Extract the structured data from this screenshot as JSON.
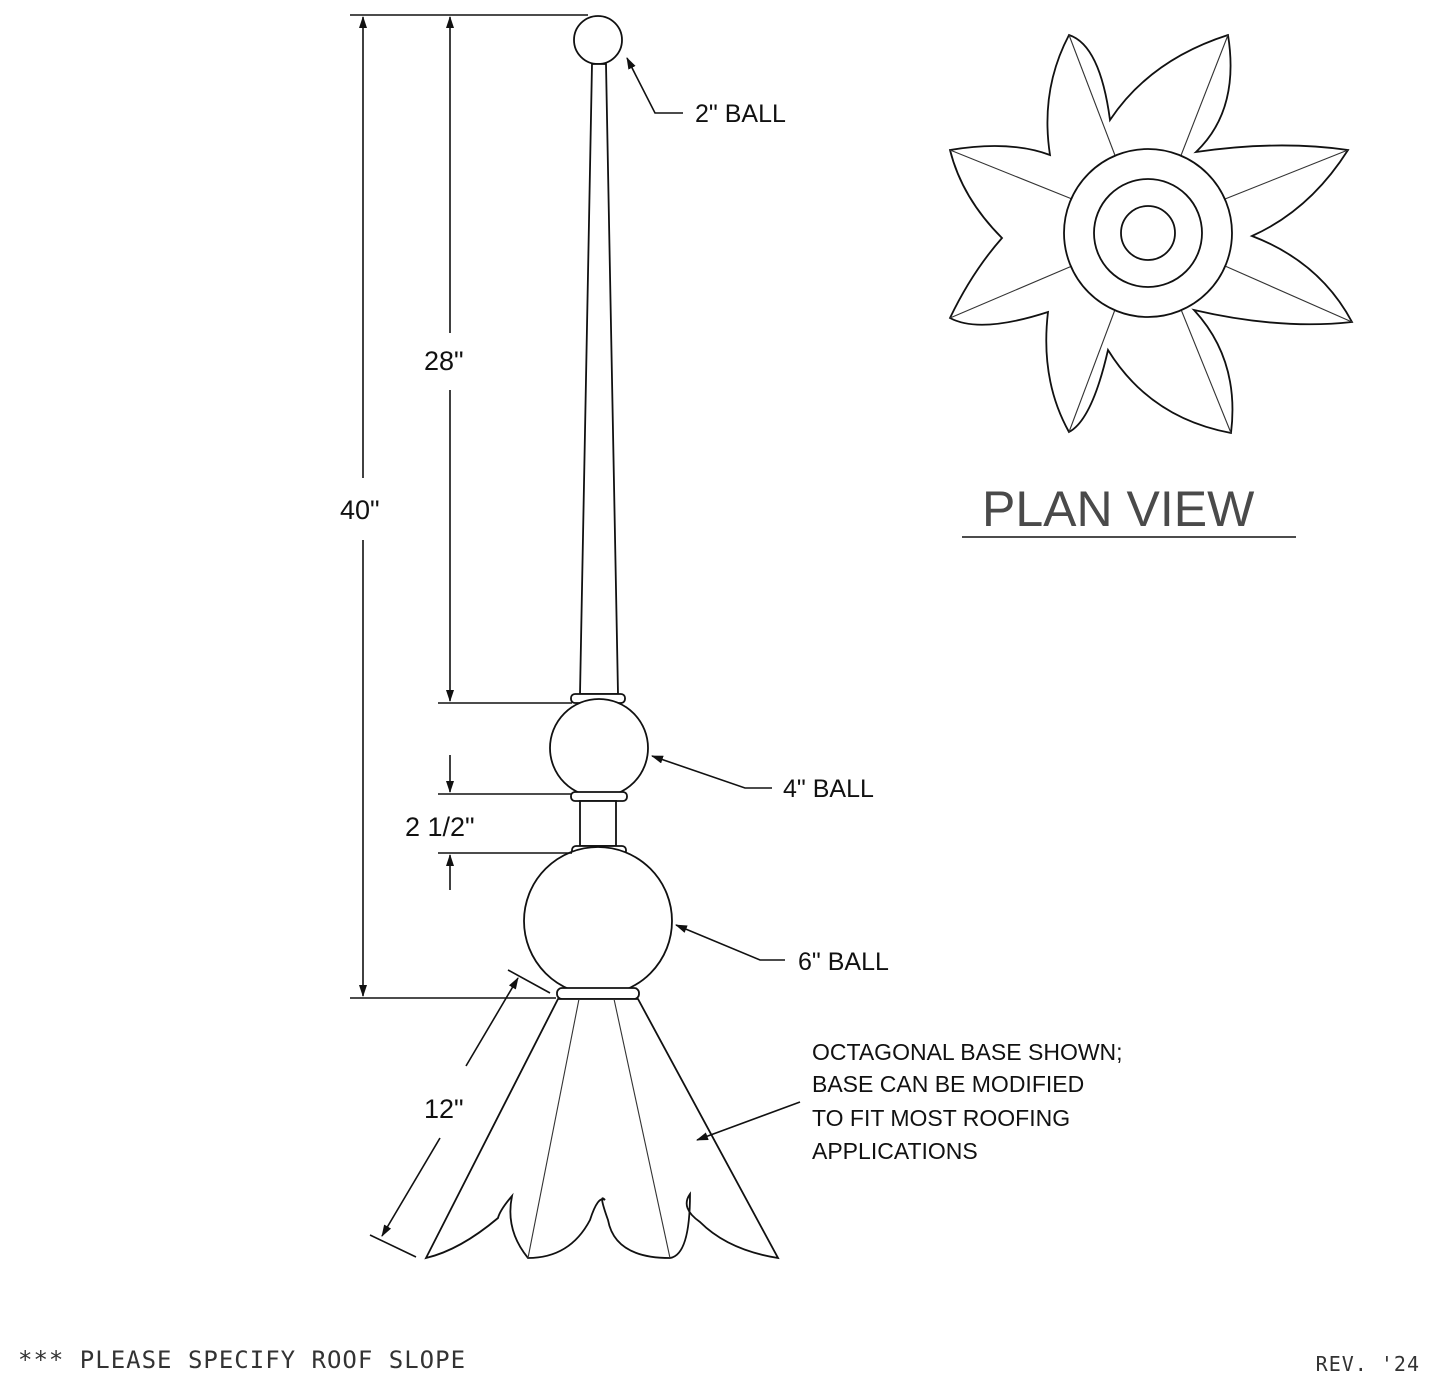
{
  "elevation": {
    "dimensions": {
      "overall_height": "40\"",
      "spire_height": "28\"",
      "collar_height": "2 1/2\"",
      "base_slope_length": "12\""
    },
    "callouts": {
      "top_ball": "2\" BALL",
      "middle_ball": "4\" BALL",
      "bottom_ball": "6\" BALL"
    },
    "base_note": [
      "OCTAGONAL BASE SHOWN;",
      "BASE CAN BE MODIFIED",
      "TO FIT MOST ROOFING",
      "APPLICATIONS"
    ]
  },
  "plan_view": {
    "title": "PLAN VIEW"
  },
  "footer": {
    "note": "*** PLEASE SPECIFY ROOF SLOPE",
    "revision": "REV. '24"
  }
}
